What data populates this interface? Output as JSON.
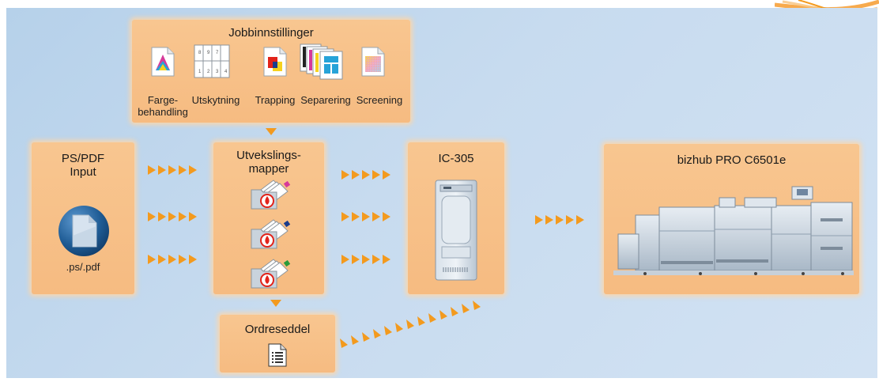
{
  "job_settings": {
    "title": "Jobbinnstillinger",
    "items": [
      {
        "label": "Farge-\nbehandling",
        "icon": "color-management-icon"
      },
      {
        "label": "Utskytning",
        "icon": "imposition-icon"
      },
      {
        "label": "Trapping",
        "icon": "trapping-icon"
      },
      {
        "label": "Separering",
        "icon": "separation-icon"
      },
      {
        "label": "Screening",
        "icon": "screening-icon"
      }
    ]
  },
  "input": {
    "title": "PS/PDF\nInput",
    "file_label": ".ps/.pdf"
  },
  "hot_folders": {
    "title": "Utvekslings-\nmapper"
  },
  "controller": {
    "title": "IC-305"
  },
  "printer": {
    "title": "bizhub PRO C6501e"
  },
  "job_ticket": {
    "title": "Ordreseddel"
  },
  "colors": {
    "accent": "#f39a1e",
    "box": "#f7c089",
    "background": "#c3d9ee",
    "globe": "#1f5c95"
  }
}
